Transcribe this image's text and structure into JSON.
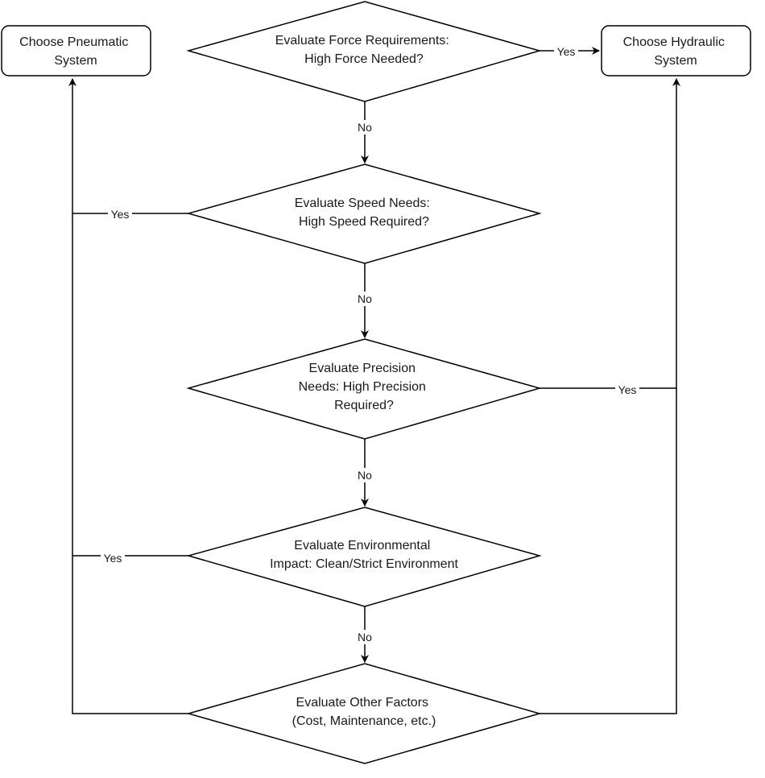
{
  "nodes": {
    "pneumatic": {
      "lines": [
        "Choose Pneumatic",
        "System"
      ]
    },
    "hydraulic": {
      "lines": [
        "Choose Hydraulic",
        "System"
      ]
    },
    "force": {
      "lines": [
        "Evaluate Force Requirements:",
        "High Force Needed?"
      ]
    },
    "speed": {
      "lines": [
        "Evaluate Speed Needs:",
        "High Speed Required?"
      ]
    },
    "precision": {
      "lines": [
        "Evaluate Precision",
        "Needs: High Precision",
        "Required?"
      ]
    },
    "environment": {
      "lines": [
        "Evaluate Environmental",
        "Impact: Clean/Strict Environment"
      ]
    },
    "other": {
      "lines": [
        "Evaluate Other Factors",
        "(Cost, Maintenance, etc.)"
      ]
    }
  },
  "edges": {
    "force_yes": "Yes",
    "force_no": "No",
    "speed_yes": "Yes",
    "speed_no": "No",
    "precision_yes": "Yes",
    "precision_no": "No",
    "environment_yes": "Yes",
    "environment_no": "No"
  }
}
